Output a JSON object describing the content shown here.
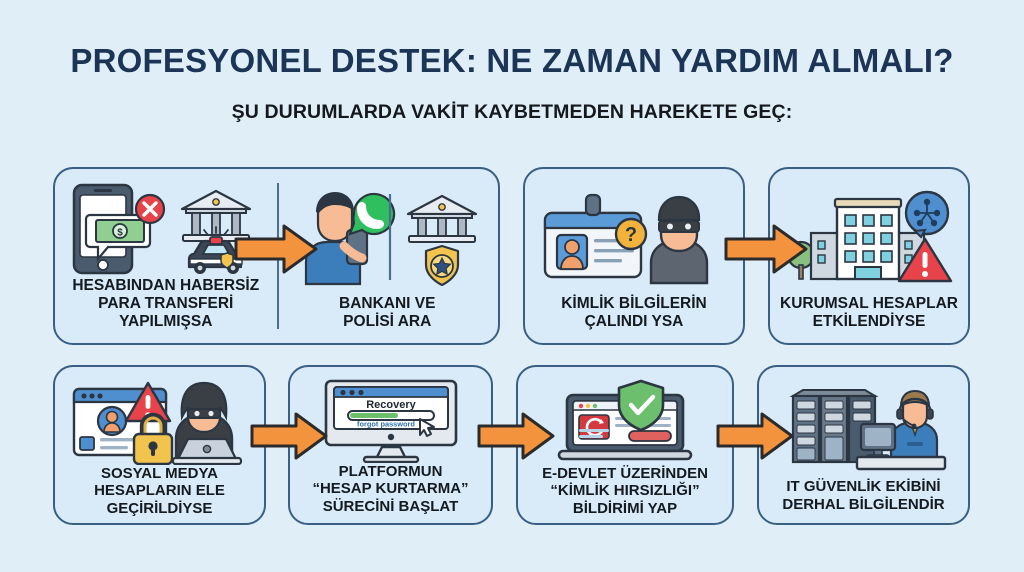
{
  "header": {
    "title": "PROFESYONEL DESTEK: NE ZAMAN YARDIM ALMALI?",
    "subtitle": "ŞU DURUMLARDA VAKİT KAYBETMEDEN HAREKETE GEÇ:"
  },
  "colors": {
    "background": "#e0eef8",
    "card_fill": "#d9ebf8",
    "card_border": "#3a5f84",
    "title": "#1c3557",
    "caption": "#141a20",
    "arrow_fill": "#f4933e",
    "arrow_stroke": "#2b2b2b",
    "alert_red": "#e8434a",
    "money_green": "#7cc47f",
    "shield_green": "#4caf50",
    "lock_yellow": "#f2c44d",
    "skin": "#f7bc95",
    "shirt_blue": "#3c7ebc"
  },
  "row1": {
    "cards": [
      {
        "id": "card-1",
        "type": "split",
        "left": {
          "caption": "HESABINDAN HABERSİZ\nPARA TRANSFERİ YAPILMIŞSA",
          "icons": [
            "smartphone-icon",
            "money-message-icon",
            "error-cross-icon",
            "bank-icon",
            "police-car-icon"
          ]
        },
        "right": {
          "caption": "BANKANI VE\nPOLİSİ ARA",
          "icons": [
            "person-calling-icon",
            "phone-bubble-icon",
            "bank-icon",
            "police-badge-icon"
          ]
        }
      },
      {
        "id": "card-2",
        "type": "single",
        "caption": "KİMLİK BİLGİLERİN\nÇALINDI YSA",
        "icons": [
          "id-card-icon",
          "question-mark-icon",
          "thief-icon"
        ]
      },
      {
        "id": "card-3",
        "type": "single",
        "caption": "KURUMSAL HESAPLAR\nETKİLENDİYSE",
        "icons": [
          "office-building-icon",
          "network-bubble-icon",
          "warning-triangle-icon",
          "tree-icon"
        ]
      }
    ],
    "arrows": [
      "arrow-right-icon",
      "arrow-right-icon"
    ]
  },
  "row2": {
    "cards": [
      {
        "id": "card-4",
        "caption": "SOSYAL MEDYA\nHESAPLARIN ELE\nGEÇİRİLDİYSE",
        "icons": [
          "browser-profile-icon",
          "warning-triangle-icon",
          "padlock-icon",
          "hacker-laptop-icon"
        ]
      },
      {
        "id": "card-5",
        "caption": "PLATFORMUN\n“HESAP KURTARMA”\nSÜRECİNİ BAŞLAT",
        "icons": [
          "desktop-monitor-icon",
          "progress-bar-icon",
          "cursor-icon"
        ],
        "screen": {
          "heading": "Recovery",
          "link": "forgot password"
        }
      },
      {
        "id": "card-6",
        "caption": "E-DEVLET ÜZERİNDEN\n“KİMLİK HIRSIZLIĞI”\nBİLDİRİMİ YAP",
        "icons": [
          "laptop-icon",
          "shield-check-icon",
          "edevlet-logo-icon",
          "red-button-icon"
        ]
      },
      {
        "id": "card-7",
        "caption": "IT GÜVENLİK EKİBİNİ\nDERHAL BİLGİLENDİR",
        "icons": [
          "server-rack-icon",
          "it-support-agent-icon",
          "desk-monitor-icon"
        ]
      }
    ],
    "arrows": [
      "arrow-right-icon",
      "arrow-right-icon",
      "arrow-right-icon"
    ]
  }
}
